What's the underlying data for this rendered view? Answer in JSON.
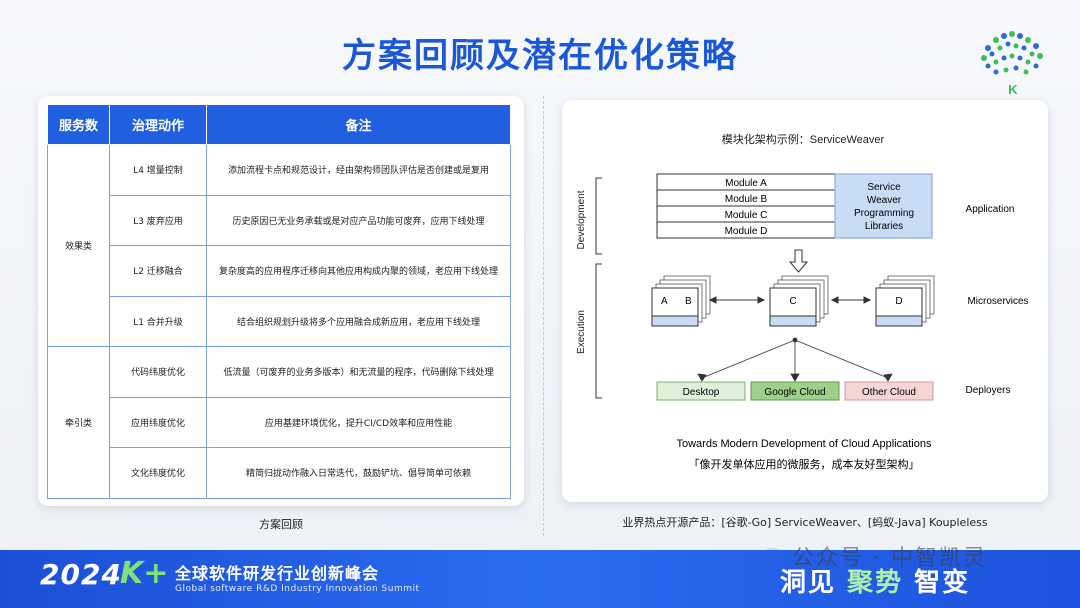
{
  "title": "方案回顾及潜在优化策略",
  "table": {
    "headers": [
      "服务数",
      "治理动作",
      "备注"
    ],
    "groups": [
      {
        "name": "效果类",
        "rows": [
          {
            "action": "L4 增量控制",
            "note": "添加流程卡点和规范设计，经由架构师团队评估是否创建或是复用"
          },
          {
            "action": "L3 废弃应用",
            "note": "历史原因已无业务承载或是对应产品功能可废弃，应用下线处理"
          },
          {
            "action": "L2 迁移融合",
            "note": "复杂度高的应用程序迁移向其他应用构成内聚的领域，老应用下线处理"
          },
          {
            "action": "L1 合并升级",
            "note": "结合组织规划升级将多个应用融合成新应用，老应用下线处理"
          }
        ]
      },
      {
        "name": "牵引类",
        "rows": [
          {
            "action": "代码纬度优化",
            "note": "低流量（可废弃的业务多版本）和无流量的程序，代码删除下线处理"
          },
          {
            "action": "应用纬度优化",
            "note": "应用基建环境优化，提升CI/CD效率和应用性能"
          },
          {
            "action": "文化纬度优化",
            "note": "精简归拢动作融入日常迭代，鼓励铲坑、倡导简单可依赖"
          }
        ]
      }
    ]
  },
  "caption_left": "方案回顾",
  "diagram": {
    "title": "模块化架构示例：ServiceWeaver",
    "modules": [
      "Module A",
      "Module B",
      "Module C",
      "Module D"
    ],
    "libraries": [
      "Service",
      "Weaver",
      "Programming",
      "Libraries"
    ],
    "side_labels": {
      "development": "Development",
      "execution": "Execution"
    },
    "right_labels": {
      "application": "Application",
      "microservices": "Microservices",
      "deployers": "Deployers"
    },
    "services": {
      "a": "A",
      "b": "B",
      "c": "C",
      "d": "D"
    },
    "deployers": [
      {
        "label": "Desktop",
        "fill": "#dff0d8",
        "stroke": "#7fb26a"
      },
      {
        "label": "Google Cloud",
        "fill": "#9fd08a",
        "stroke": "#5f9e46"
      },
      {
        "label": "Other Cloud",
        "fill": "#f6d5d5",
        "stroke": "#d39a9a"
      }
    ],
    "paper_title": "Towards Modern Development of Cloud Applications",
    "paper_subtitle": "「像开发单体应用的微服务，成本友好型架构」",
    "colors": {
      "library_fill": "#c9dcf5",
      "library_stroke": "#7e9fcf",
      "service_band": "#c9dcf5"
    }
  },
  "caption_right": "业界热点开源产品：[谷歌-Go] ServiceWeaver、[蚂蚁-Java] Koupleless",
  "footer": {
    "year": "2024",
    "brand": "K+",
    "cn": "全球软件研发行业创新峰会",
    "en": "Global software R&D Industry Innovation Summit",
    "slogan_a": "洞见",
    "slogan_b": "聚势",
    "slogan_c": "智变"
  },
  "logo_letter": "K",
  "watermark": "公众号 · 中智凯灵",
  "colors": {
    "title": "#1a58d8",
    "header": "#1f5fe0",
    "footer": "#1f5ce0",
    "brand_green": "#7ee27a"
  }
}
